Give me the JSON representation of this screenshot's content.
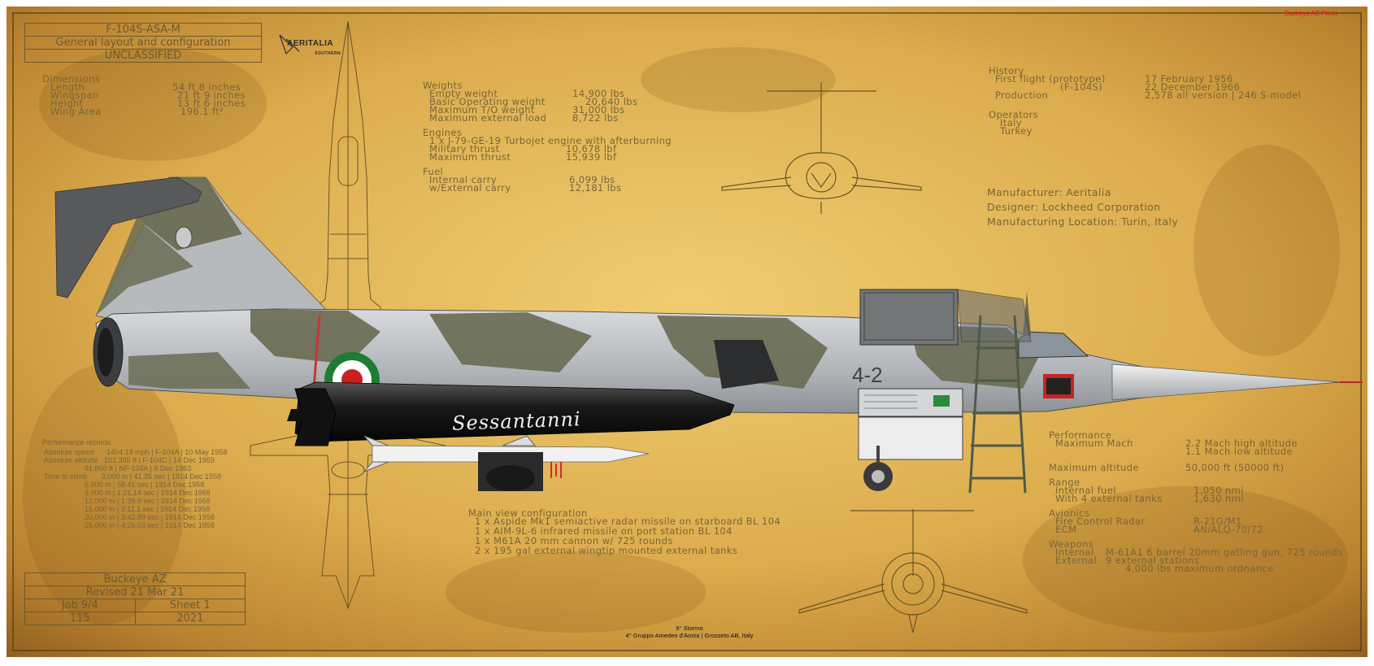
{
  "title_block": {
    "model": "F-104S-ASA-M",
    "subtitle": "General layout and configuration",
    "classification": "UNCLASSIFIED"
  },
  "brand": "AERITALIA",
  "brand_sub": "SOUTHERN",
  "dimensions": {
    "heading": "Dimensions",
    "rows": [
      {
        "label": "Length",
        "value": "54 ft 8 inches"
      },
      {
        "label": "Wingspan",
        "value": "21 ft 9 inches"
      },
      {
        "label": "Height",
        "value": "13 ft 6 inches"
      },
      {
        "label": "Wing Area",
        "value": "196.1 ft²"
      }
    ]
  },
  "weights": {
    "heading": "Weights",
    "rows": [
      {
        "label": "Empty weight",
        "value": "14,900 lbs"
      },
      {
        "label": "Basic Operating weight",
        "value": "20,640 lbs"
      },
      {
        "label": "Maximum T/O weight",
        "value": "31,000 lbs"
      },
      {
        "label": "Maximum external load",
        "value": "8,722 lbs"
      }
    ]
  },
  "engines": {
    "heading": "Engines",
    "line1": "1 x J-79-GE-19 Turbojet engine with afterburning",
    "rows": [
      {
        "label": "Military thrust",
        "value": "10,678 lbf"
      },
      {
        "label": "Maximum thrust",
        "value": "15,939 lbf"
      }
    ]
  },
  "fuel": {
    "heading": "Fuel",
    "rows": [
      {
        "label": "Internal carry",
        "value": "6,099 lbs"
      },
      {
        "label": "w/External carry",
        "value": "12,181 lbs"
      }
    ]
  },
  "history": {
    "heading": "History",
    "first_flight_label": "First flight (prototype)",
    "first_flight_value": "17 February 1956",
    "variant_label": "(F-104S)",
    "variant_value": "22 December 1966",
    "production_label": "Production",
    "production_value": "2,578 all version | 246 S-model"
  },
  "operators": {
    "heading": "Operators",
    "items": [
      "Italy",
      "Turkey"
    ]
  },
  "manufacturer": "Manufacturer: Aeritalia",
  "designer": "Designer: Lockheed Corporation",
  "location": "Manufacturing Location: Turin, Italy",
  "performance": {
    "heading": "Performance",
    "max_mach_label": "Maximum Mach",
    "max_mach_value_1": "2.2 Mach high altitude",
    "max_mach_value_2": "1.1 Mach low altitude",
    "altitude_label": "Maximum altitude",
    "altitude_value": "50,000 ft (50000 ft)",
    "range_heading": "Range",
    "range_internal_label": "Internal fuel",
    "range_internal_value": "1,050 nmi",
    "range_external_label": "With 4 external tanks",
    "range_external_value": "1,630 nmi",
    "avionics_heading": "Avionics",
    "fire_control_label": "Fire Control Radar",
    "fire_control_value": "R-21G/M1",
    "ecm_label": "ECM",
    "ecm_value": "AN/ALQ-70/72",
    "weapons_heading": "Weapons",
    "internal_label": "Internal",
    "internal_value": "M-61A1 6 barrel 20mm gatling gun, 725 rounds",
    "external_label": "External",
    "external_value_1": "9 external stations",
    "external_value_2": "4,000 lbs maximum ordnance"
  },
  "records": {
    "heading": "Performance records",
    "rows": [
      "Absolute speed      1404.19 mph | F-104A | 10 May 1958",
      "Absolute altitude   103,395 ft | F-104C | 14 Dec 1959",
      "                    91,860 ft | NF-104A | 6 Dec 1963",
      "Time to climb       3,000 m | 41.35 sec | 1914 Dec 1958",
      "                    6,000 m | 58.41 sec | 1914 Dec 1958",
      "                    9,000 m | 1:21.14 sec | 1914 Dec 1958",
      "                    12,000 m | 1:39.9 sec | 1914 Dec 1958",
      "                    15,000 m | 2:11.1 sec | 1914 Dec 1958",
      "                    20,000 m | 3:42.99 sec | 1914 Dec 1958",
      "                    25,000 m | 4:26.03 sec | 1914 Dec 1958"
    ]
  },
  "main_view": {
    "heading": "Main view configuration",
    "items": [
      "1 x Aspide Mk1 semiactive radar missile on starboard BL 104",
      "1 x AIM-9L-6 infrared missile on port station BL 104",
      "1 x M61A 20 mm cannon w/ 725 rounds",
      "2 x 195 gal external wingtip mounted external tanks"
    ]
  },
  "sheet_block": {
    "author": "Buckeye AZ",
    "revised": "Revised 21 Mar 21",
    "job": "Job 9/4",
    "sheet": "Sheet 1",
    "code": "115",
    "year": "2021"
  },
  "aircraft": {
    "tank_name": "Sessantanni",
    "code": "4-2"
  },
  "footer": {
    "line1": "9° Stormo",
    "line2": "4° Gruppo Amedeo d'Aosta  |  Grosseto AB, Italy"
  },
  "credit": "Buckeye AZ Prints",
  "colors": {
    "parchment_light": "#e7bf63",
    "parchment_dark": "#9c6a22",
    "ink": "#7a6538",
    "camo_green": "#6b6e55",
    "camo_grey": "#b9bcc0",
    "tank_black": "#1e1e1e"
  }
}
